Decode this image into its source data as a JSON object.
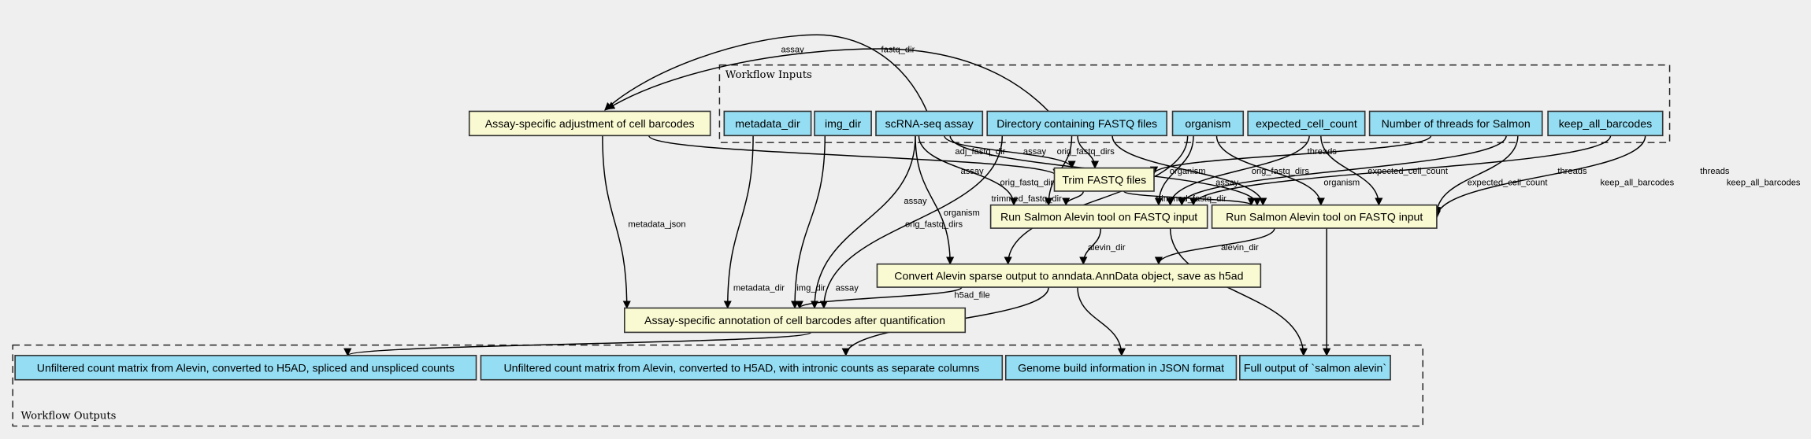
{
  "clusters": {
    "inputs_title": "Workflow Inputs",
    "outputs_title": "Workflow Outputs"
  },
  "colors": {
    "input_node": "#94ddf3",
    "process_node": "#fafad2",
    "background": "#efefef"
  },
  "nodes": [
    {
      "id": "adj",
      "label": "Assay-specific adjustment of cell barcodes",
      "kind": "process"
    },
    {
      "id": "metadata_dir",
      "label": "metadata_dir",
      "kind": "input"
    },
    {
      "id": "img_dir",
      "label": "img_dir",
      "kind": "input"
    },
    {
      "id": "scrna",
      "label": "scRNA-seq assay",
      "kind": "input"
    },
    {
      "id": "fastq",
      "label": "Directory containing FASTQ files",
      "kind": "input"
    },
    {
      "id": "organism",
      "label": "organism",
      "kind": "input"
    },
    {
      "id": "ecc",
      "label": "expected_cell_count",
      "kind": "input"
    },
    {
      "id": "threads",
      "label": "Number of threads for Salmon",
      "kind": "input"
    },
    {
      "id": "keep",
      "label": "keep_all_barcodes",
      "kind": "input"
    },
    {
      "id": "trim",
      "label": "Trim FASTQ files",
      "kind": "process"
    },
    {
      "id": "run1",
      "label": "Run Salmon Alevin tool on FASTQ input",
      "kind": "process"
    },
    {
      "id": "run2",
      "label": "Run Salmon Alevin tool on FASTQ input",
      "kind": "process"
    },
    {
      "id": "convert",
      "label": "Convert Alevin sparse output to anndata.AnnData object, save as h5ad",
      "kind": "process"
    },
    {
      "id": "annot",
      "label": "Assay-specific annotation of cell barcodes after quantification",
      "kind": "process"
    },
    {
      "id": "out1",
      "label": "Unfiltered count matrix from Alevin, converted to H5AD, spliced and unspliced counts",
      "kind": "input"
    },
    {
      "id": "out2",
      "label": "Unfiltered count matrix from Alevin, converted to H5AD, with intronic counts as separate columns",
      "kind": "input"
    },
    {
      "id": "genome",
      "label": "Genome build information in JSON format",
      "kind": "input"
    },
    {
      "id": "full",
      "label": "Full output of `salmon alevin`",
      "kind": "input"
    }
  ],
  "edges": [
    {
      "from": "scrna",
      "to": "adj",
      "label": "assay"
    },
    {
      "from": "fastq",
      "to": "adj",
      "label": "fastq_dir"
    },
    {
      "from": "adj",
      "to": "trim",
      "label": "adj_fastq_dir"
    },
    {
      "from": "adj",
      "to": "annot",
      "label": "metadata_json"
    },
    {
      "from": "metadata_dir",
      "to": "annot",
      "label": "metadata_dir"
    },
    {
      "from": "img_dir",
      "to": "annot",
      "label": "img_dir"
    },
    {
      "from": "scrna",
      "to": "annot",
      "label": "assay"
    },
    {
      "from": "fastq",
      "to": "annot",
      "label": "orig_fastq_dirs"
    },
    {
      "from": "scrna",
      "to": "trim",
      "label": "assay"
    },
    {
      "from": "fastq",
      "to": "trim",
      "label": "orig_fastq_dirs"
    },
    {
      "from": "threads",
      "to": "trim",
      "label": "threads"
    },
    {
      "from": "scrna",
      "to": "run1",
      "label": "assay"
    },
    {
      "from": "fastq",
      "to": "run1",
      "label": "orig_fastq_dirs"
    },
    {
      "from": "organism",
      "to": "run1",
      "label": "organism"
    },
    {
      "from": "trim",
      "to": "run1",
      "label": "trimmed_fastq_dir"
    },
    {
      "from": "ecc",
      "to": "run1",
      "label": "expected_cell_count"
    },
    {
      "from": "threads",
      "to": "run1",
      "label": "threads"
    },
    {
      "from": "keep",
      "to": "run1",
      "label": "keep_all_barcodes"
    },
    {
      "from": "scrna",
      "to": "run2",
      "label": "assay"
    },
    {
      "from": "fastq",
      "to": "run2",
      "label": "orig_fastq_dirs"
    },
    {
      "from": "organism",
      "to": "run2",
      "label": "organism"
    },
    {
      "from": "trim",
      "to": "run2",
      "label": "trimmed_fastq_dir"
    },
    {
      "from": "ecc",
      "to": "run2",
      "label": "expected_cell_count"
    },
    {
      "from": "threads",
      "to": "run2",
      "label": "threads"
    },
    {
      "from": "keep",
      "to": "run2",
      "label": "keep_all_barcodes"
    },
    {
      "from": "scrna",
      "to": "convert",
      "label": "assay"
    },
    {
      "from": "organism",
      "to": "convert",
      "label": "organism"
    },
    {
      "from": "run1",
      "to": "convert",
      "label": "alevin_dir"
    },
    {
      "from": "run2",
      "to": "convert",
      "label": "alevin_dir"
    },
    {
      "from": "convert",
      "to": "annot",
      "label": "h5ad_file"
    },
    {
      "from": "annot",
      "to": "out1",
      "label": ""
    },
    {
      "from": "convert",
      "to": "out2",
      "label": ""
    },
    {
      "from": "convert",
      "to": "genome",
      "label": ""
    },
    {
      "from": "run2",
      "to": "full",
      "label": ""
    },
    {
      "from": "run1",
      "to": "full",
      "label": ""
    }
  ]
}
